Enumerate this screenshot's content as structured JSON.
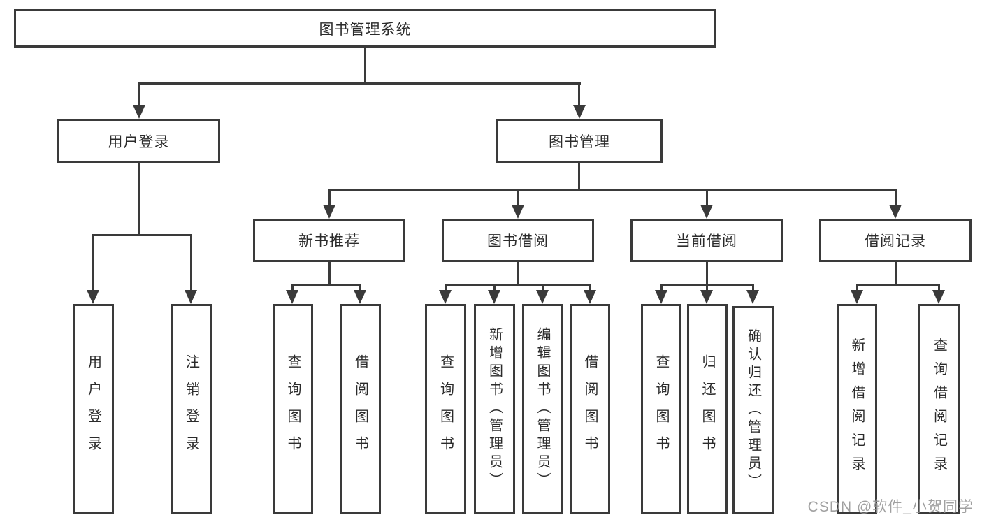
{
  "diagram": {
    "title": "图书管理系统",
    "branches": [
      {
        "label": "用户登录",
        "leaves": [
          "用户登录",
          "注销登录"
        ]
      },
      {
        "label": "图书管理",
        "groups": [
          {
            "label": "新书推荐",
            "leaves": [
              "查询图书",
              "借阅图书"
            ]
          },
          {
            "label": "图书借阅",
            "leaves": [
              "查询图书",
              "新增图书（管理员）",
              "编辑图书（管理员）",
              "借阅图书"
            ]
          },
          {
            "label": "当前借阅",
            "leaves": [
              "查询图书",
              "归还图书",
              "确认归还（管理员）"
            ]
          },
          {
            "label": "借阅记录",
            "leaves": [
              "新增借阅记录",
              "查询借阅记录"
            ]
          }
        ]
      }
    ]
  },
  "colors": {
    "line": "#3a3a3a",
    "text": "#2b2b2b",
    "background": "#ffffff",
    "watermark": "#969696"
  },
  "watermark": {
    "text": "CSDN @软件_小贺同学"
  }
}
